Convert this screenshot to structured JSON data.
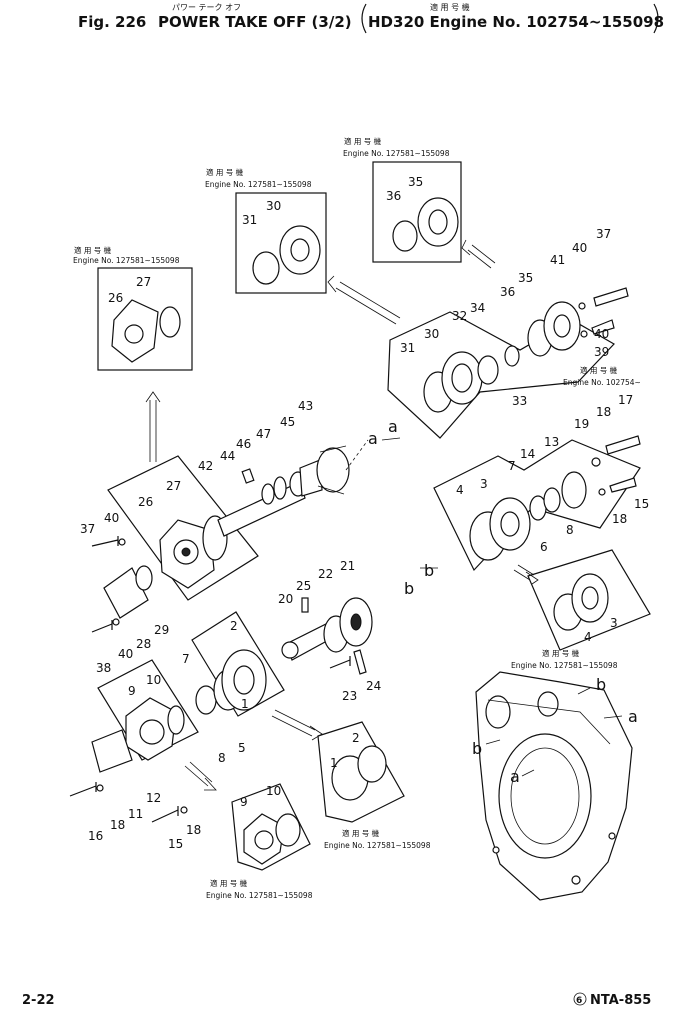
{
  "header": {
    "fig_label": "Fig. 226",
    "title": "POWER TAKE OFF (3/2)",
    "title_kana": "パワー テーク オフ",
    "applicability": "HD320 Engine No. 102754~155098",
    "applicability_kana": "適 用 号 機"
  },
  "notes": {
    "kana": "適 用 号 機",
    "engine_127581": "Engine No. 127581~155098",
    "engine_102754": "Engine No. 102754~"
  },
  "callouts": [
    "1",
    "2",
    "3",
    "4",
    "5",
    "6",
    "7",
    "8",
    "9",
    "10",
    "11",
    "12",
    "13",
    "14",
    "15",
    "16",
    "17",
    "18",
    "19",
    "20",
    "21",
    "22",
    "23",
    "24",
    "25",
    "26",
    "27",
    "28",
    "29",
    "30",
    "31",
    "32",
    "33",
    "34",
    "35",
    "36",
    "37",
    "38",
    "39",
    "40",
    "41",
    "42",
    "43",
    "44",
    "45",
    "46",
    "47"
  ],
  "refs": {
    "a": "a",
    "b": "b"
  },
  "footer": {
    "page": "2-22",
    "code": "NTA-855",
    "mark": "6"
  }
}
